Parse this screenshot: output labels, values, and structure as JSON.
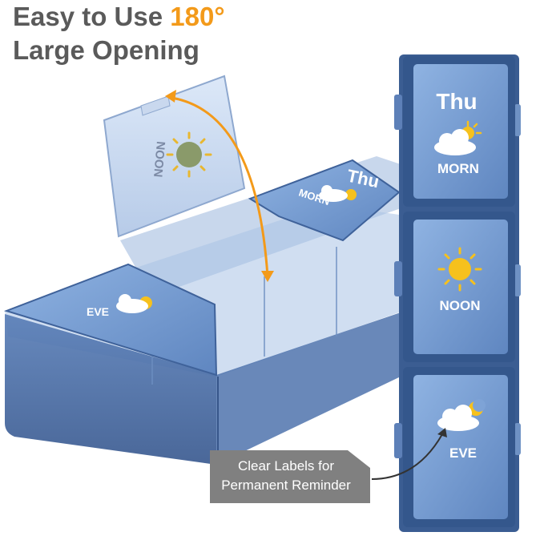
{
  "headline": {
    "line1_text": "Easy to Use",
    "line1_accent": "180°",
    "line2_text": "Large Opening"
  },
  "pill_box": {
    "upright_unit": {
      "day_label": "Thu",
      "compartments": [
        {
          "label": "MORN",
          "icon": "cloud-sun-icon"
        },
        {
          "label": "NOON",
          "icon": "sun-icon"
        },
        {
          "label": "EVE",
          "icon": "cloud-moon-icon"
        }
      ]
    },
    "horizontal_unit": {
      "day_label": "Thu",
      "lid_labels": {
        "morn": "MORN",
        "noon": "NOON",
        "eve": "EVE"
      }
    }
  },
  "callout": {
    "line1": "Clear Labels for",
    "line2": "Permanent Reminder"
  },
  "colors": {
    "accent_orange": "#f39a1a",
    "headline_gray": "#5a5a5a",
    "box_blue": "#3c5f94",
    "box_light_blue": "#6f92c4",
    "callout_gray": "#808080",
    "sun_yellow": "#f6c11d"
  }
}
